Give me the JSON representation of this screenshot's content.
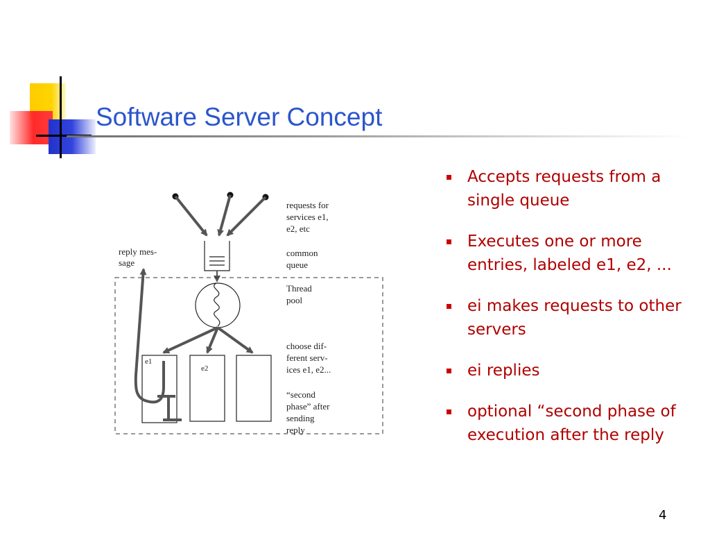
{
  "slide": {
    "title": "Software Server Concept",
    "page_number": "4"
  },
  "diagram": {
    "labels": {
      "requests_line1": "requests for",
      "requests_line2": "services e1,",
      "requests_line3": "e2, etc",
      "queue_line1": "common",
      "queue_line2": "queue",
      "pool_line1": "Thread",
      "pool_line2": "pool",
      "choose_line1": "choose dif-",
      "choose_line2": "ferent serv-",
      "choose_line3": "ices e1, e2...",
      "phase_line1": "“second",
      "phase_line2": "phase” after",
      "phase_line3": "sending",
      "phase_line4": "reply",
      "reply_line1": "reply mes-",
      "reply_line2": "sage",
      "box_e1": "e1",
      "box_e2": "e2"
    }
  },
  "bullets": [
    "Accepts requests from a single queue",
    "Executes one or more entries, labeled e1, e2, ...",
    "ei makes requests to other servers",
    "ei replies",
    "optional “second phase of execution after the reply"
  ],
  "colors": {
    "title": "#2a55cc",
    "bullet_text": "#b00000",
    "bullet_marker": "#cc0000"
  }
}
